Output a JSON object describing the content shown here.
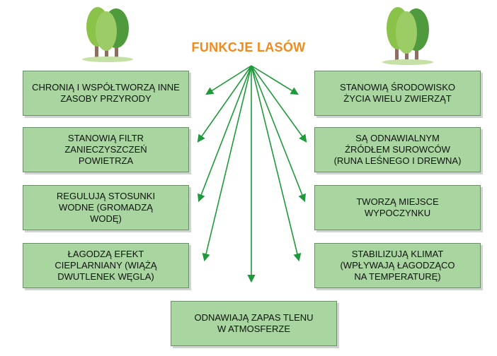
{
  "title": "FUNKCJE LASÓW",
  "colors": {
    "title": "#f08a1c",
    "box_fill": "#a8d5a0",
    "box_border": "#6c8f6a",
    "arrow": "#1f9a3a",
    "tree_light": "#9ccc65",
    "tree_dark": "#4e9a3c",
    "trunk": "#8d6e63"
  },
  "boxes": {
    "left": [
      "CHRONIĄ I WSPÓŁTWORZĄ INNE\nZASOBY PRZYRODY",
      "STANOWIĄ FILTR\nZANIECZYSZCZEŃ\nPOWIETRZA",
      "REGULUJĄ STOSUNKI\nWODNE (GROMADZĄ\nWODĘ)",
      "ŁAGODZĄ EFEKT\nCIEPLARNIANY (WIĄŻĄ\nDWUTLENEK WĘGLA)"
    ],
    "right": [
      "STANOWIĄ ŚRODOWISKO\nŻYCIA WIELU ZWIERZĄT",
      "SĄ ODNAWIALNYM\nŹRÓDŁEM SUROWCÓW\n(RUNA LEŚNEGO I DREWNA)",
      "TWORZĄ MIEJSCE\nWYPOCZYNKU",
      "STABILIZUJĄ KLIMAT\n(WPŁYWAJĄ ŁAGODZĄCO\nNA TEMPERATURĘ)"
    ],
    "bottom": "ODNAWIAJĄ ZAPAS TLENU\nW ATMOSFERZE"
  },
  "icons": {
    "left_tree": "tree-icon",
    "right_tree": "tree-icon"
  }
}
